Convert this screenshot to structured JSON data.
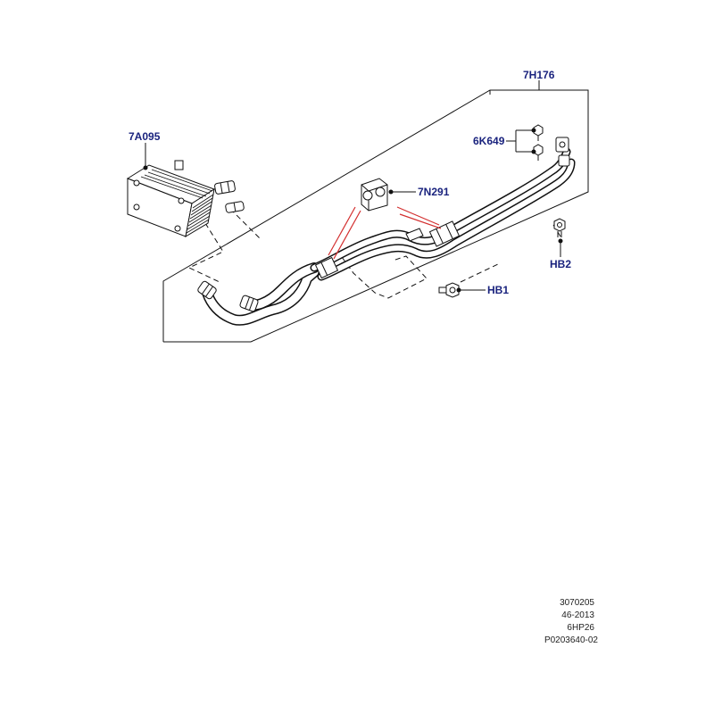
{
  "callouts": {
    "line_assembly": "7H176",
    "oil_cooler": "7A095",
    "clip_bolts": "6K649",
    "clip": "7N291",
    "bolt_hb2": "HB2",
    "bolt_hb1": "HB1"
  },
  "footer": {
    "code": "3070205",
    "revision": "46-2013",
    "transmission": "6HP26",
    "part_ref": "P0203640-02"
  },
  "colors": {
    "callout_text": "#1a237e",
    "indicator": "#d32f2f",
    "line": "#111111"
  }
}
